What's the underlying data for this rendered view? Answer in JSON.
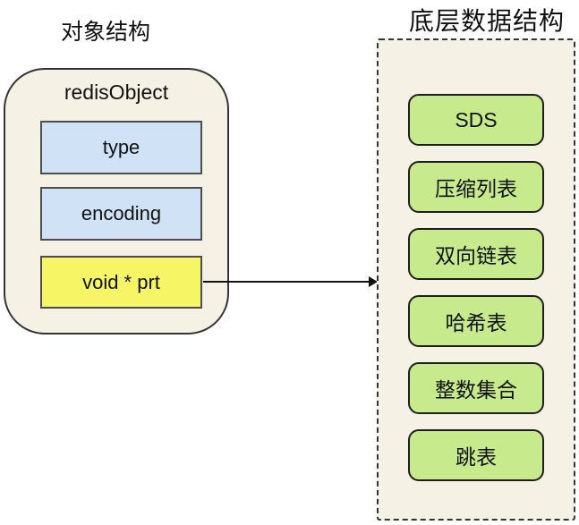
{
  "left_panel": {
    "title": "对象结构",
    "container_label": "redisObject",
    "fields": [
      {
        "label": "type",
        "fill": "#cfe2f6"
      },
      {
        "label": "encoding",
        "fill": "#cfe2f6"
      },
      {
        "label": "void * prt",
        "fill": "#f5f566"
      }
    ]
  },
  "arrow": {
    "from": "void * prt",
    "to": "底层数据结构"
  },
  "right_panel": {
    "title": "底层数据结构",
    "items": [
      {
        "label": "SDS"
      },
      {
        "label": "压缩列表"
      },
      {
        "label": "双向链表"
      },
      {
        "label": "哈希表"
      },
      {
        "label": "整数集合"
      },
      {
        "label": "跳表"
      }
    ]
  },
  "colors": {
    "panel_background": "#f5f1e4",
    "field_blue": "#cfe2f6",
    "field_yellow": "#f5f566",
    "item_green": "#c7ea8d",
    "border_dark": "#333333",
    "text": "#111111"
  }
}
